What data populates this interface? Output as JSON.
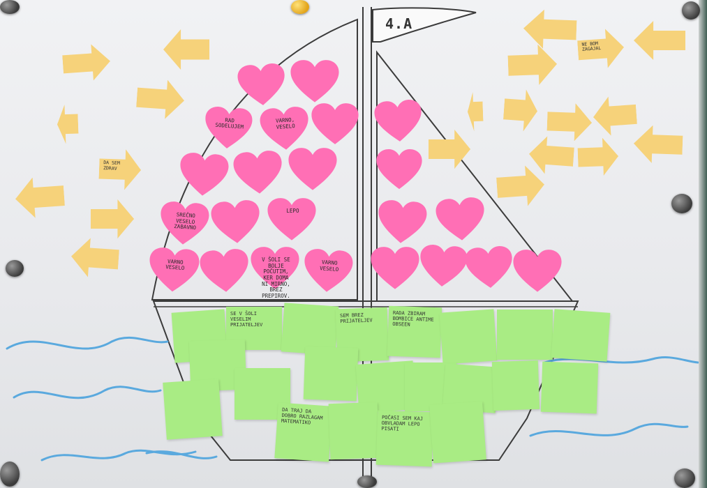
{
  "poster": {
    "flag_label": "4.A",
    "colors": {
      "board": "#eceef0",
      "heart": "#ff6fb5",
      "sticky_green": "#a9ec84",
      "sticky_yellow": "#f6d27a",
      "outline": "#3b3b3b",
      "water": "#5aa9de"
    }
  },
  "hearts_left": [
    {
      "text": ""
    },
    {
      "text": ""
    },
    {
      "text": "RAD SODELUJEM"
    },
    {
      "text": "VARNO, VESELO"
    },
    {
      "text": ""
    },
    {
      "text": ""
    },
    {
      "text": ""
    },
    {
      "text": ""
    },
    {
      "text": "SREČNO VESELO ZABAVNO"
    },
    {
      "text": ""
    },
    {
      "text": "LEPO"
    },
    {
      "text": "VARNO VESELO"
    },
    {
      "text": ""
    },
    {
      "text": "V ŠOLI SE BOLJE POČUTIM, KER DOMA NI MIRNO, BREZ PREPIROV."
    },
    {
      "text": "VARNO VESELO"
    }
  ],
  "hearts_right": [
    {
      "text": ""
    },
    {
      "text": ""
    },
    {
      "text": ""
    },
    {
      "text": ""
    },
    {
      "text": ""
    },
    {
      "text": ""
    },
    {
      "text": ""
    },
    {
      "text": ""
    }
  ],
  "green_notes": [
    {
      "text": ""
    },
    {
      "text": "SE V ŠOLI VESELIM PRIJATELJEV"
    },
    {
      "text": ""
    },
    {
      "text": "SEM BREZ PRIJATELJEV"
    },
    {
      "text": "RADA ZBIRAM BOMBICE ANTIME OBSEEN"
    },
    {
      "text": ""
    },
    {
      "text": ""
    },
    {
      "text": ""
    },
    {
      "text": ""
    },
    {
      "text": ""
    },
    {
      "text": ""
    },
    {
      "text": ""
    },
    {
      "text": ""
    },
    {
      "text": ""
    },
    {
      "text": ""
    },
    {
      "text": ""
    },
    {
      "text": ""
    },
    {
      "text": "DA TRAJ DA DOBRO RAZLAGAM MATEMATIKO"
    },
    {
      "text": ""
    },
    {
      "text": "POČASI SEM KAJ OBVLADAM LEPO PISATI"
    },
    {
      "text": ""
    }
  ],
  "yellow_notes": [
    {
      "text": ""
    },
    {
      "text": ""
    },
    {
      "text": ""
    },
    {
      "text": ""
    },
    {
      "text": "DA SEM ZDRAV"
    },
    {
      "text": ""
    },
    {
      "text": ""
    },
    {
      "text": ""
    },
    {
      "text": ""
    },
    {
      "text": ""
    },
    {
      "text": "NE BOM ZAGAJAL"
    },
    {
      "text": ""
    },
    {
      "text": ""
    },
    {
      "text": ""
    },
    {
      "text": ""
    },
    {
      "text": ""
    },
    {
      "text": ""
    },
    {
      "text": ""
    },
    {
      "text": ""
    },
    {
      "text": ""
    },
    {
      "text": ""
    }
  ]
}
